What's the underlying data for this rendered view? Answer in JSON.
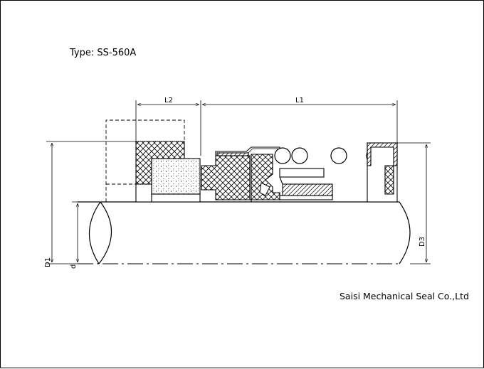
{
  "title": "Type: SS-560A",
  "company": "Saisi Mechanical Seal Co.,Ltd",
  "dimensions": {
    "l1": "L1",
    "l2": "L2",
    "d1": "D1",
    "d": "d",
    "d3": "D3"
  },
  "colors": {
    "line": "#000000",
    "background": "#ffffff"
  }
}
